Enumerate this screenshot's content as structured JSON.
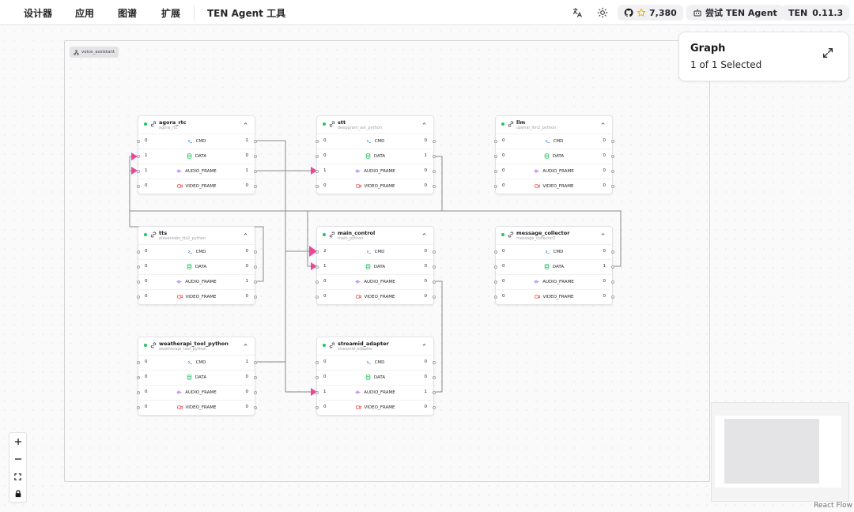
{
  "topbar": {
    "menu": [
      "设计器",
      "应用",
      "图谱",
      "扩展"
    ],
    "app_title": "TEN Agent 工具",
    "translate_icon": "translate-icon",
    "theme_icon": "sun-icon",
    "github_stars": "7,380",
    "try_label": "尝试 TEN Agent",
    "version_label": "TEN",
    "version": "0.11.3"
  },
  "group": {
    "label": "voice_assistant"
  },
  "graph_panel": {
    "title": "Graph",
    "selected": "1 of 1 Selected"
  },
  "port_types": [
    "CMD",
    "DATA",
    "AUDIO_FRAME",
    "VIDEO_FRAME"
  ],
  "nodes": [
    {
      "name": "agora_rtc",
      "addon": "agora_rtc",
      "ports": [
        {
          "in": "0",
          "out": "1"
        },
        {
          "in": "1",
          "out": "0"
        },
        {
          "in": "1",
          "out": "1"
        },
        {
          "in": "0",
          "out": "0"
        }
      ]
    },
    {
      "name": "stt",
      "addon": "deepgram_asr_python",
      "ports": [
        {
          "in": "0",
          "out": "0"
        },
        {
          "in": "0",
          "out": "1"
        },
        {
          "in": "1",
          "out": "0"
        },
        {
          "in": "0",
          "out": "0"
        }
      ]
    },
    {
      "name": "llm",
      "addon": "openai_llm2_python",
      "ports": [
        {
          "in": "0",
          "out": "0"
        },
        {
          "in": "0",
          "out": "0"
        },
        {
          "in": "0",
          "out": "0"
        },
        {
          "in": "0",
          "out": "0"
        }
      ]
    },
    {
      "name": "tts",
      "addon": "elevenlabs_tts2_python",
      "ports": [
        {
          "in": "0",
          "out": "0"
        },
        {
          "in": "0",
          "out": "0"
        },
        {
          "in": "0",
          "out": "1"
        },
        {
          "in": "0",
          "out": "0"
        }
      ]
    },
    {
      "name": "main_control",
      "addon": "main_python",
      "ports": [
        {
          "in": "2",
          "out": "0"
        },
        {
          "in": "1",
          "out": "0"
        },
        {
          "in": "0",
          "out": "0"
        },
        {
          "in": "0",
          "out": "0"
        }
      ]
    },
    {
      "name": "message_collector",
      "addon": "message_collector2",
      "ports": [
        {
          "in": "0",
          "out": "0"
        },
        {
          "in": "0",
          "out": "1"
        },
        {
          "in": "0",
          "out": "0"
        },
        {
          "in": "0",
          "out": "0"
        }
      ]
    },
    {
      "name": "weatherapi_tool_python",
      "addon": "weatherapi_tool_python",
      "ports": [
        {
          "in": "0",
          "out": "1"
        },
        {
          "in": "0",
          "out": "0"
        },
        {
          "in": "0",
          "out": "0"
        },
        {
          "in": "0",
          "out": "0"
        }
      ]
    },
    {
      "name": "streamid_adapter",
      "addon": "streamid_adapter",
      "ports": [
        {
          "in": "0",
          "out": "0"
        },
        {
          "in": "0",
          "out": "0"
        },
        {
          "in": "1",
          "out": "1"
        },
        {
          "in": "0",
          "out": "0"
        }
      ]
    }
  ],
  "controls": {
    "zoom_in": "zoom-in-icon",
    "zoom_out": "zoom-out-icon",
    "fit": "fit-view-icon",
    "lock": "lock-icon"
  },
  "attribution": "React Flow",
  "colors": {
    "accent": "#ec4899",
    "status": "#22c55e",
    "edge": "#8a8a8a"
  }
}
